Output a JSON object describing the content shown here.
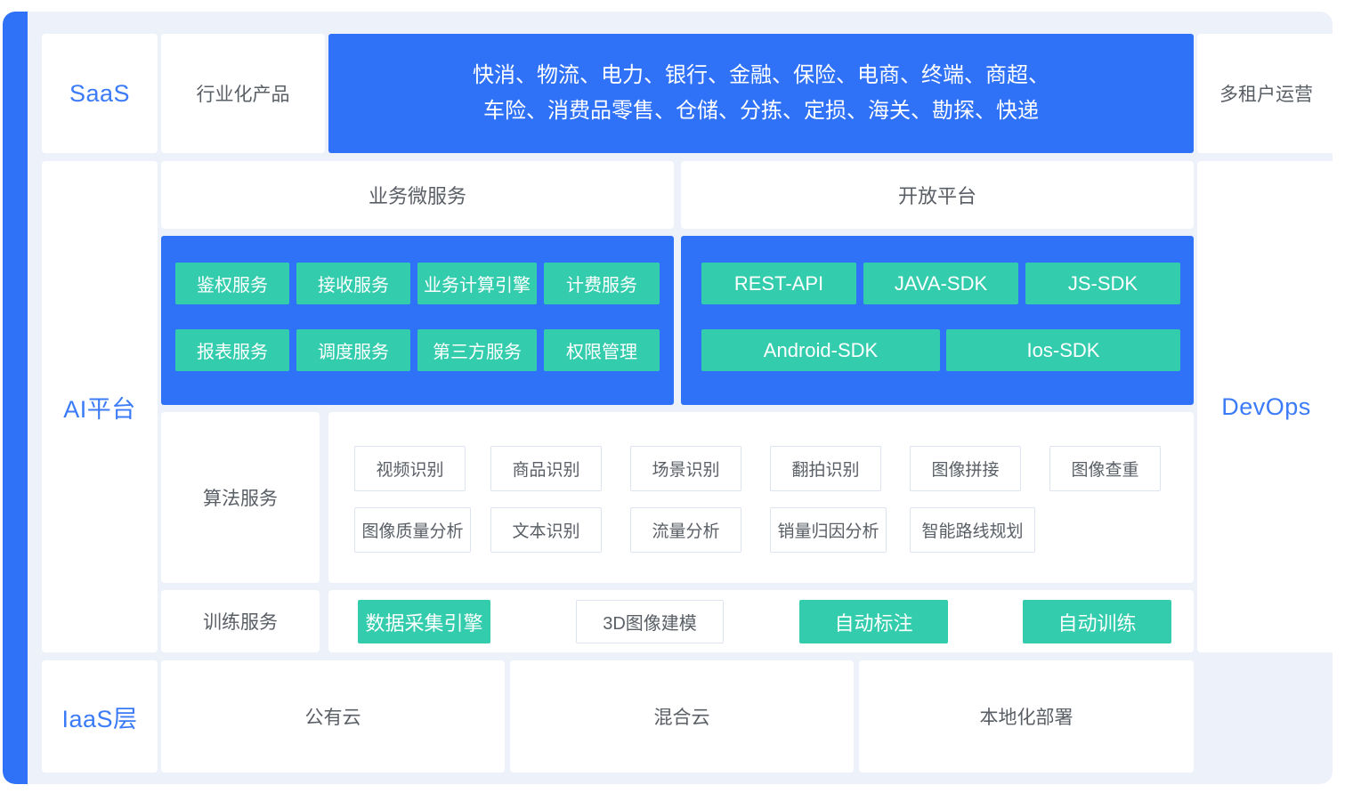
{
  "colors": {
    "accent_blue": "#2f72f8",
    "label_blue": "#3b7bf7",
    "teal": "#33ccad",
    "panel_bg": "#edf1fa",
    "text_gray": "#5a5f66"
  },
  "layers": {
    "saas": {
      "label": "SaaS",
      "product_cell": "行业化产品",
      "banner_line1": "快消、物流、电力、银行、金融、保险、电商、终端、商超、",
      "banner_line2": "车险、消费品零售、仓储、分拣、定损、海关、勘探、快递",
      "right_cell": "多租户运营"
    },
    "ai_platform": {
      "label": "AI平台",
      "right_cell": "DevOps",
      "microservices": {
        "title": "业务微服务",
        "row1": [
          "鉴权服务",
          "接收服务",
          "业务计算引擎",
          "计费服务"
        ],
        "row2": [
          "报表服务",
          "调度服务",
          "第三方服务",
          "权限管理"
        ]
      },
      "open_platform": {
        "title": "开放平台",
        "row1": [
          "REST-API",
          "JAVA-SDK",
          "JS-SDK"
        ],
        "row2": [
          "Android-SDK",
          "Ios-SDK"
        ]
      },
      "algorithm_services": {
        "label": "算法服务",
        "row1": [
          "视频识别",
          "商品识别",
          "场景识别",
          "翻拍识别",
          "图像拼接",
          "图像查重"
        ],
        "row2": [
          "图像质量分析",
          "文本识别",
          "流量分析",
          "销量归因分析",
          "智能路线规划"
        ]
      },
      "training_services": {
        "label": "训练服务",
        "items": [
          {
            "text": "数据采集引擎",
            "style": "teal"
          },
          {
            "text": "3D图像建模",
            "style": "outline"
          },
          {
            "text": "自动标注",
            "style": "teal"
          },
          {
            "text": "自动训练",
            "style": "teal"
          }
        ]
      }
    },
    "iaas": {
      "label": "IaaS层",
      "items": [
        "公有云",
        "混合云",
        "本地化部署"
      ]
    }
  }
}
